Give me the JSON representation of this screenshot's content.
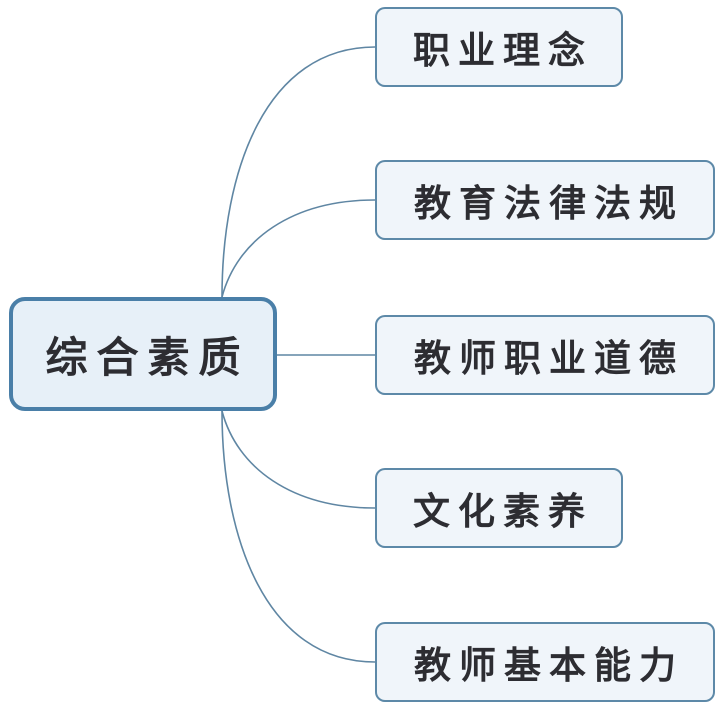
{
  "diagram": {
    "root": {
      "label": "综合素质"
    },
    "branches": [
      {
        "label": "职业理念"
      },
      {
        "label": "教育法律法规"
      },
      {
        "label": "教师职业道德"
      },
      {
        "label": "文化素养"
      },
      {
        "label": "教师基本能力"
      }
    ],
    "colors": {
      "root_border": "#4A7FA8",
      "root_fill": "#E7F0F8",
      "branch_border": "#5D89A8",
      "branch_fill": "#F0F5FA",
      "connector": "#5F86A3",
      "text": "#2D2D32",
      "background": "#FFFFFF"
    }
  }
}
